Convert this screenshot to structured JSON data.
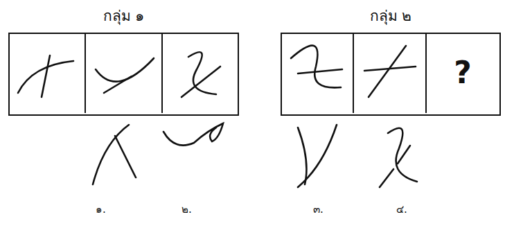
{
  "diagram": {
    "nodes": [
      {
        "text": [
          "กลุ่ม ๑"
        ]
      },
      {
        "text": [
          "กลุ่ม ๒"
        ]
      },
      {
        "text": [
          "?"
        ],
        "in": 1
      }
    ],
    "labels": [
      "๑.",
      "๒.",
      "๓.",
      "๔."
    ]
  }
}
